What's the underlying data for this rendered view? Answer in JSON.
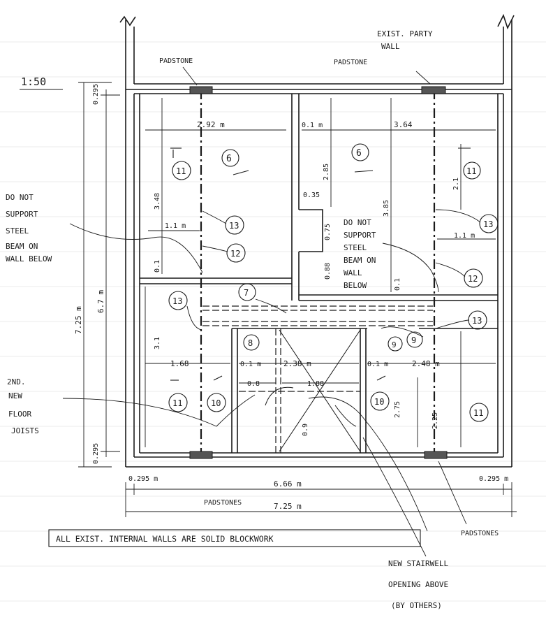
{
  "scale": "1:50",
  "labels": {
    "exist_party_wall_1": "EXIST. PARTY",
    "exist_party_wall_2": "WALL",
    "padstone": "PADSTONE",
    "padstones": "PADSTONES",
    "note_left_1": "DO NOT",
    "note_left_2": "SUPPORT",
    "note_left_3": "STEEL",
    "note_left_4": "BEAM ON",
    "note_left_5": "WALL BELOW",
    "note_mid_1": "DO NOT",
    "note_mid_2": "SUPPORT",
    "note_mid_3": "STEEL",
    "note_mid_4": "BEAM ON",
    "note_mid_5": "WALL",
    "note_mid_6": "BELOW",
    "joists_1": "2ND.",
    "joists_2": "NEW",
    "joists_3": "FLOOR",
    "joists_4": "JOISTS",
    "stairwell_1": "NEW STAIRWELL",
    "stairwell_2": "OPENING ABOVE",
    "stairwell_3": "(BY OTHERS)",
    "footer_note": "ALL EXIST. INTERNAL WALLS ARE SOLID BLOCKWORK"
  },
  "dimensions": {
    "d_292": "2.92 m",
    "d_01a": "0.1 m",
    "d_364": "3.64",
    "d_348": "3.48",
    "d_285": "2.85",
    "d_385": "3.85",
    "d_21": "2.1",
    "d_035": "0.35",
    "d_075": "0.75",
    "d_088": "0.88",
    "d_11a": "1.1 m",
    "d_11b": "1.1 m",
    "d_01b": "0.1",
    "d_01c": "0.1",
    "d_31": "3.1",
    "d_168": "1.68",
    "d_01d": "0.1 m",
    "d_238": "2.38 m",
    "d_01e": "0.1 m",
    "d_248": "2.48 m",
    "d_08": "0.8",
    "d_188": "1.88",
    "d_275": "2.75",
    "d_225": "2.25",
    "d_09": "0.9",
    "d_0295a": "0.295",
    "d_0295b": "0.295",
    "d_0295c": "0.295 m",
    "d_0295d": "0.295 m",
    "d_666": "6.66 m",
    "d_725w": "7.25 m",
    "d_725h": "7.25 m",
    "d_67": "6.7 m"
  },
  "tags": {
    "t6a": "6",
    "t6b": "6",
    "t7": "7",
    "t8": "8",
    "t9a": "9",
    "t9b": "9",
    "t10a": "10",
    "t10b": "10",
    "t11a": "11",
    "t11b": "11",
    "t11c": "11",
    "t11d": "11",
    "t12a": "12",
    "t12b": "12",
    "t13a": "13",
    "t13b": "13",
    "t13c": "13",
    "t13d": "13"
  }
}
